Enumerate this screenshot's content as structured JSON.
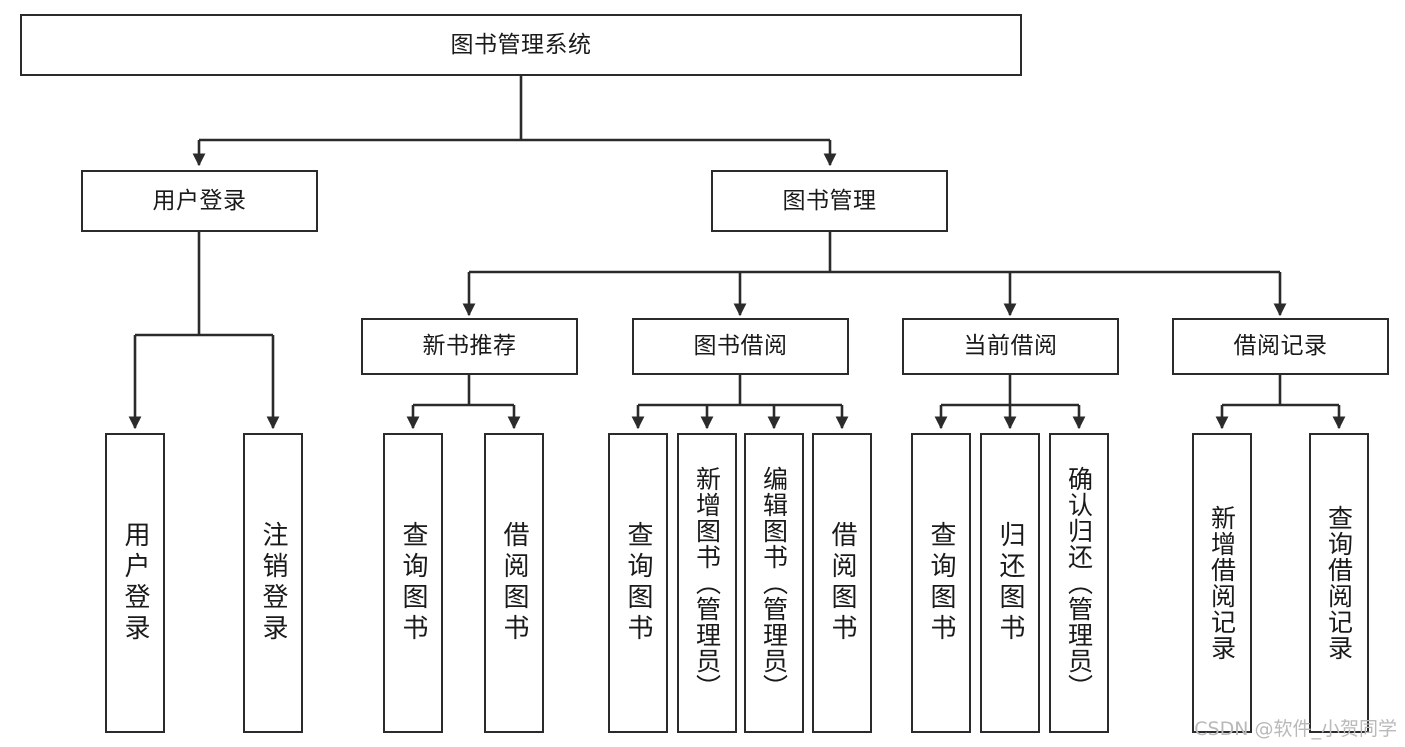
{
  "diagram": {
    "title": "图书管理系统",
    "watermark": "CSDN @软件_小贺同学",
    "colors": {
      "stroke": "#2b2b2b",
      "box_fill": "#ffffff",
      "text": "#1a1a1a",
      "watermark": "#b9b9b9",
      "background": "#ffffff"
    },
    "root": {
      "label": "图书管理系统"
    },
    "level2": [
      {
        "label": "用户登录"
      },
      {
        "label": "图书管理"
      }
    ],
    "level3": [
      {
        "label": "新书推荐"
      },
      {
        "label": "图书借阅"
      },
      {
        "label": "当前借阅"
      },
      {
        "label": "借阅记录"
      }
    ],
    "leaves": {
      "user_login": [
        {
          "label": "用户登录"
        },
        {
          "label": "注销登录"
        }
      ],
      "new_book_recommend": [
        {
          "label": "查询图书"
        },
        {
          "label": "借阅图书"
        }
      ],
      "book_borrow": [
        {
          "label": "查询图书"
        },
        {
          "label": "新增图书（管理员）"
        },
        {
          "label": "编辑图书（管理员）"
        },
        {
          "label": "借阅图书"
        }
      ],
      "current_borrow": [
        {
          "label": "查询图书"
        },
        {
          "label": "归还图书"
        },
        {
          "label": "确认归还（管理员）"
        }
      ],
      "borrow_record": [
        {
          "label": "新增借阅记录"
        },
        {
          "label": "查询借阅记录"
        }
      ]
    }
  }
}
